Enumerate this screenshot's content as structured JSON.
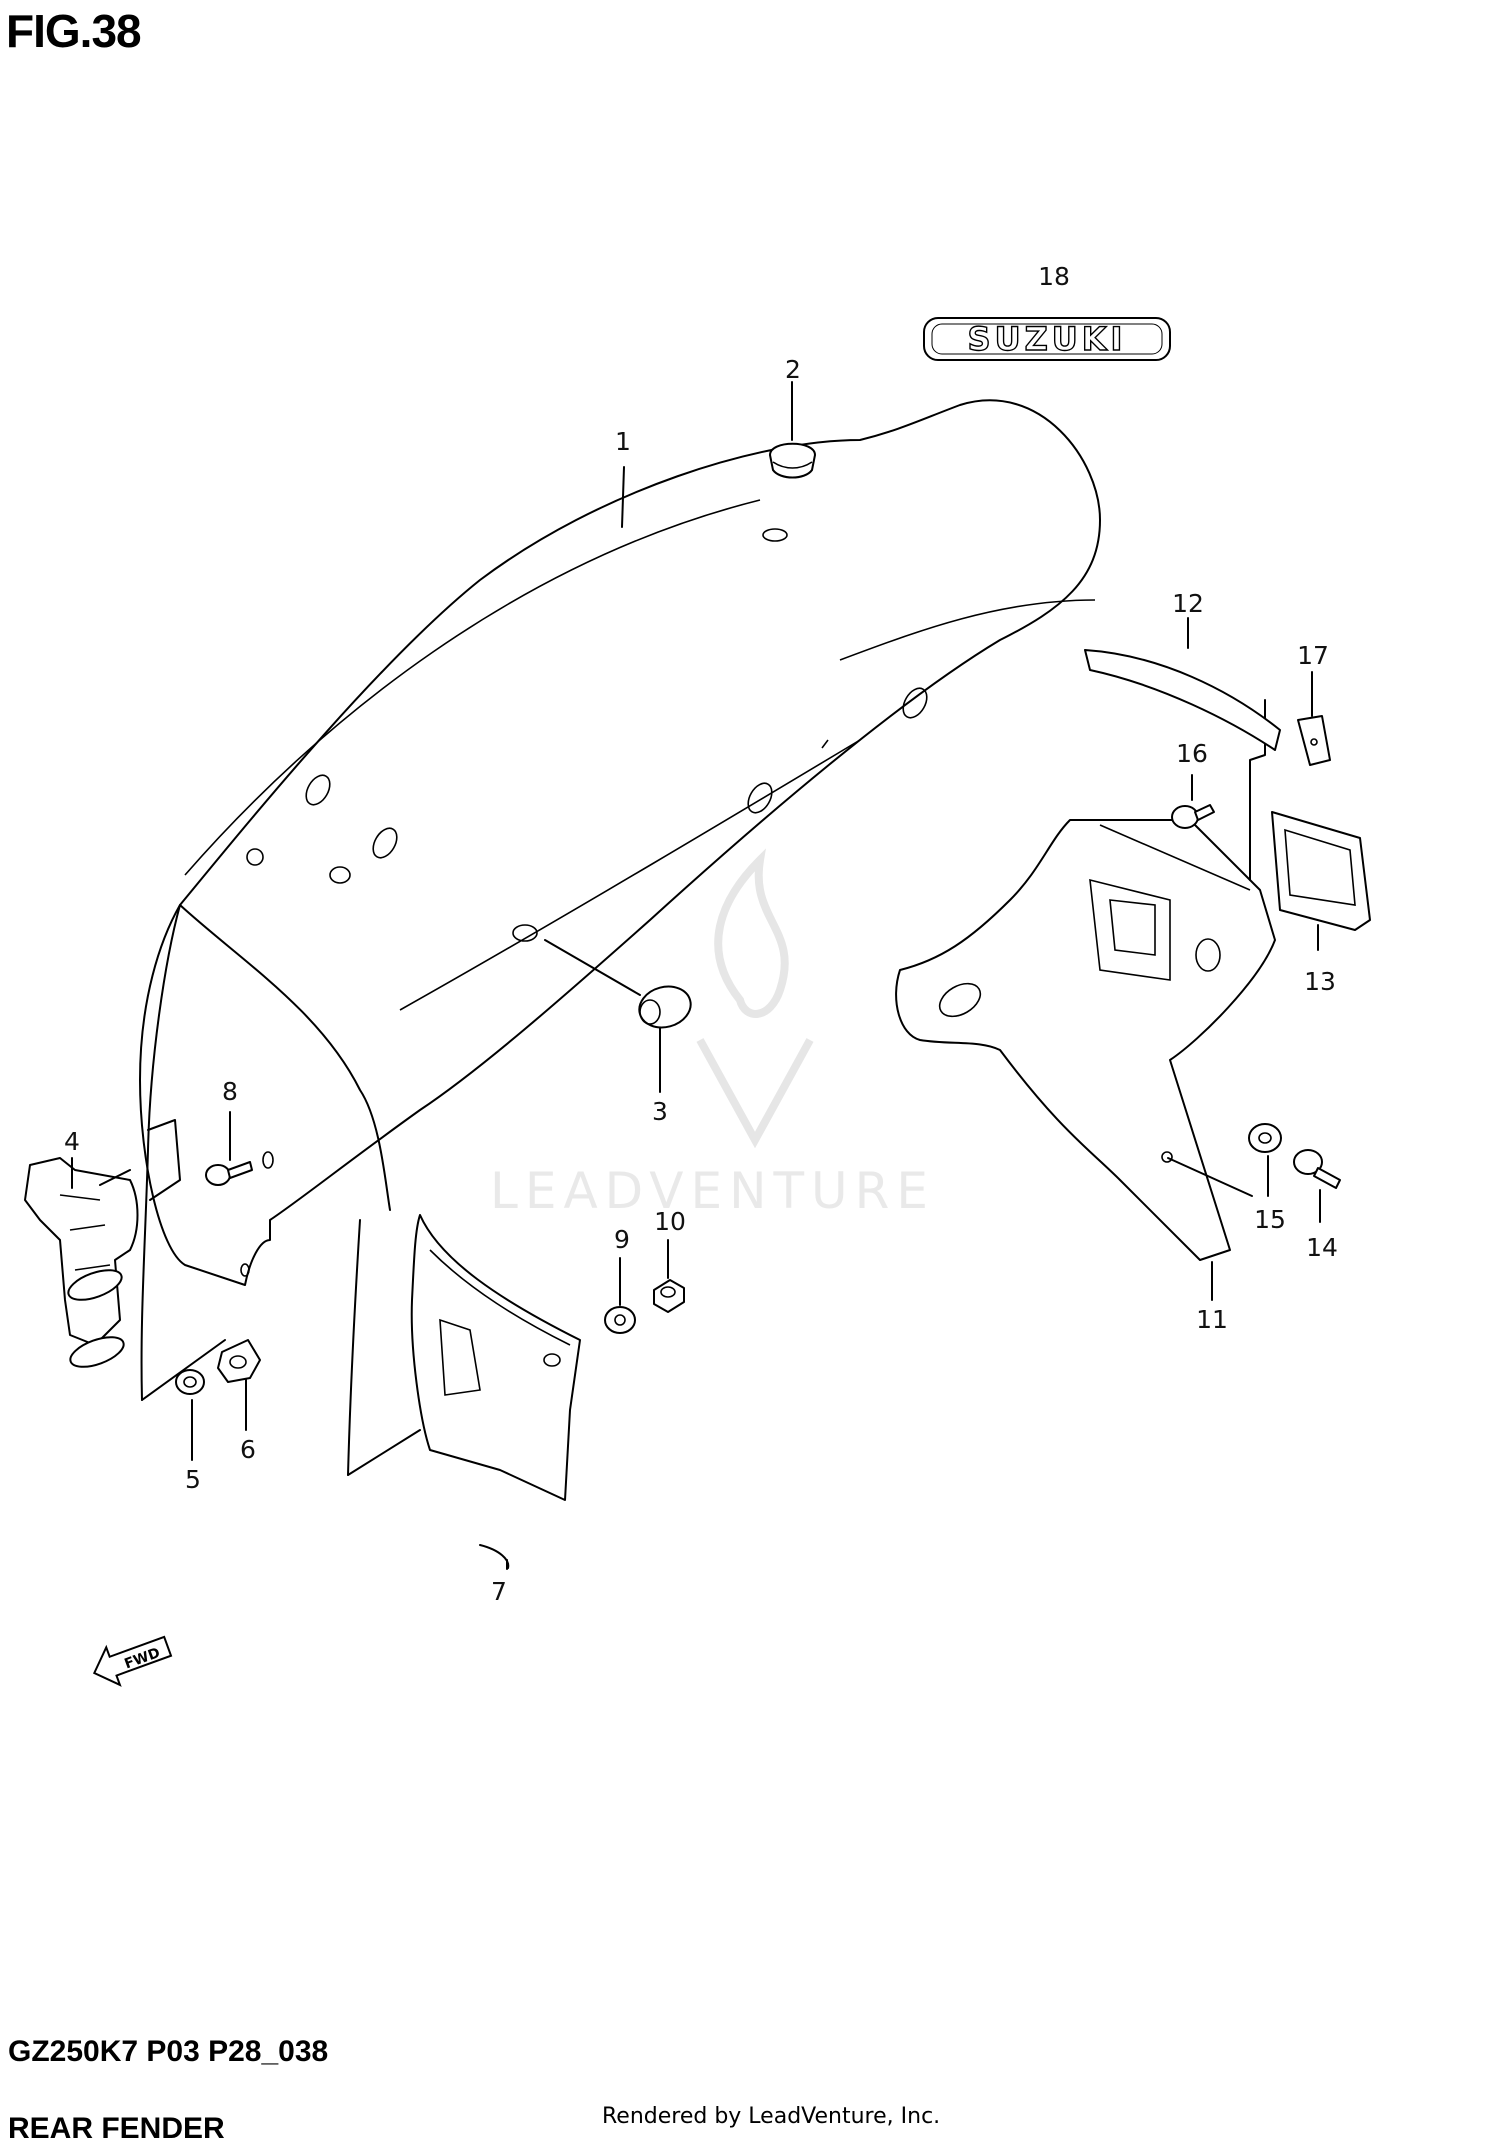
{
  "header": {
    "figure": "FIG.38"
  },
  "footer": {
    "model_code": "GZ250K7 P03 P28_038",
    "section_name": "REAR FENDER",
    "credit": "Rendered by LeadVenture, Inc."
  },
  "watermark": {
    "text": "LEADVENTURE"
  },
  "emblem": {
    "text": "SUZUKI"
  },
  "fwd_arrow": {
    "text": "FWD"
  },
  "callouts": [
    {
      "id": "1",
      "label": "1"
    },
    {
      "id": "2",
      "label": "2"
    },
    {
      "id": "3",
      "label": "3"
    },
    {
      "id": "4",
      "label": "4"
    },
    {
      "id": "5",
      "label": "5"
    },
    {
      "id": "6",
      "label": "6"
    },
    {
      "id": "7",
      "label": "7"
    },
    {
      "id": "8",
      "label": "8"
    },
    {
      "id": "9",
      "label": "9"
    },
    {
      "id": "10",
      "label": "10"
    },
    {
      "id": "11",
      "label": "11"
    },
    {
      "id": "12",
      "label": "12"
    },
    {
      "id": "13",
      "label": "13"
    },
    {
      "id": "14",
      "label": "14"
    },
    {
      "id": "15",
      "label": "15"
    },
    {
      "id": "16",
      "label": "16"
    },
    {
      "id": "17",
      "label": "17"
    },
    {
      "id": "18",
      "label": "18"
    }
  ]
}
